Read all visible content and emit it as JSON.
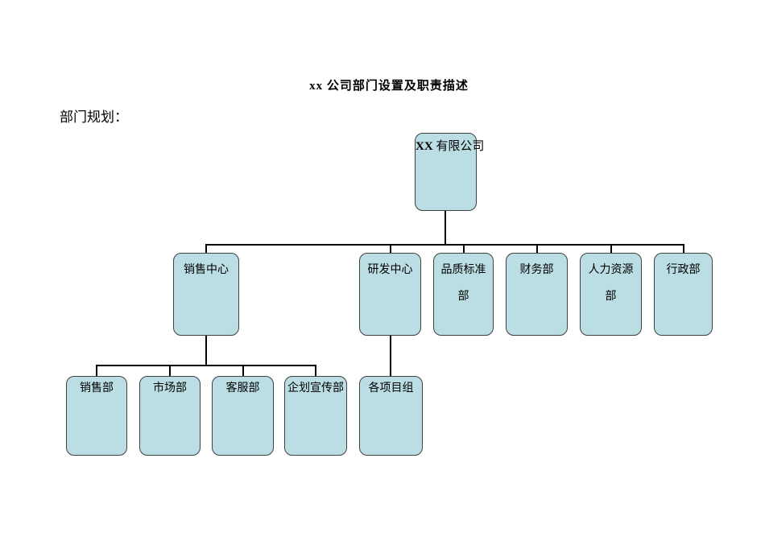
{
  "document": {
    "title": "xx 公司部门设置及职责描述",
    "section_label": "部门规划："
  },
  "org_chart": {
    "root": {
      "label_bold": "XX",
      "label_rest": "有限公司"
    },
    "level2": [
      {
        "label": "销售中心"
      },
      {
        "label": "研发中心"
      },
      {
        "label": "品质标准\n部"
      },
      {
        "label": "财务部"
      },
      {
        "label": "人力资源\n部"
      },
      {
        "label": "行政部"
      }
    ],
    "level3_sales": [
      {
        "label": "销售部"
      },
      {
        "label": "市场部"
      },
      {
        "label": "客服部"
      },
      {
        "label": "企划宣传部"
      }
    ],
    "level3_rd": [
      {
        "label": "各项目组"
      }
    ],
    "colors": {
      "box_fill": "#badee4",
      "box_border": "#404040",
      "connector": "#000000"
    }
  }
}
